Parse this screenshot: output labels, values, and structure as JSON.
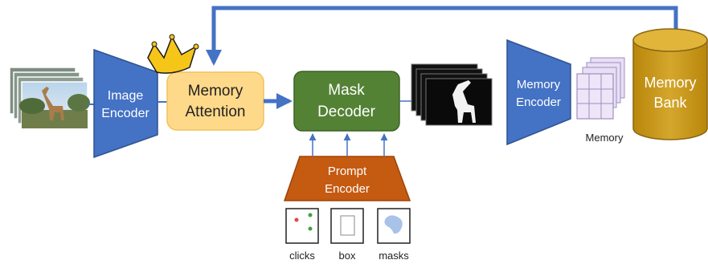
{
  "diagram": {
    "image_encoder": {
      "line1": "Image",
      "line2": "Encoder"
    },
    "memory_attention": {
      "line1": "Memory",
      "line2": "Attention"
    },
    "mask_decoder": {
      "line1": "Mask",
      "line2": "Decoder"
    },
    "prompt_encoder": {
      "line1": "Prompt",
      "line2": "Encoder"
    },
    "memory_encoder": {
      "line1": "Memory",
      "line2": "Encoder"
    },
    "memory_bank": {
      "line1": "Memory",
      "line2": "Bank"
    },
    "memory_label": "Memory",
    "prompt_inputs": [
      {
        "label": "clicks",
        "icon": "clicks-icon"
      },
      {
        "label": "box",
        "icon": "box-icon"
      },
      {
        "label": "masks",
        "icon": "masks-icon"
      }
    ],
    "colors": {
      "blue": "#4472c4",
      "yellow": "#ffd98a",
      "green": "#548235",
      "orange": "#c55a11",
      "gold": "#c99c1e",
      "grid": "#e8dff5"
    }
  }
}
